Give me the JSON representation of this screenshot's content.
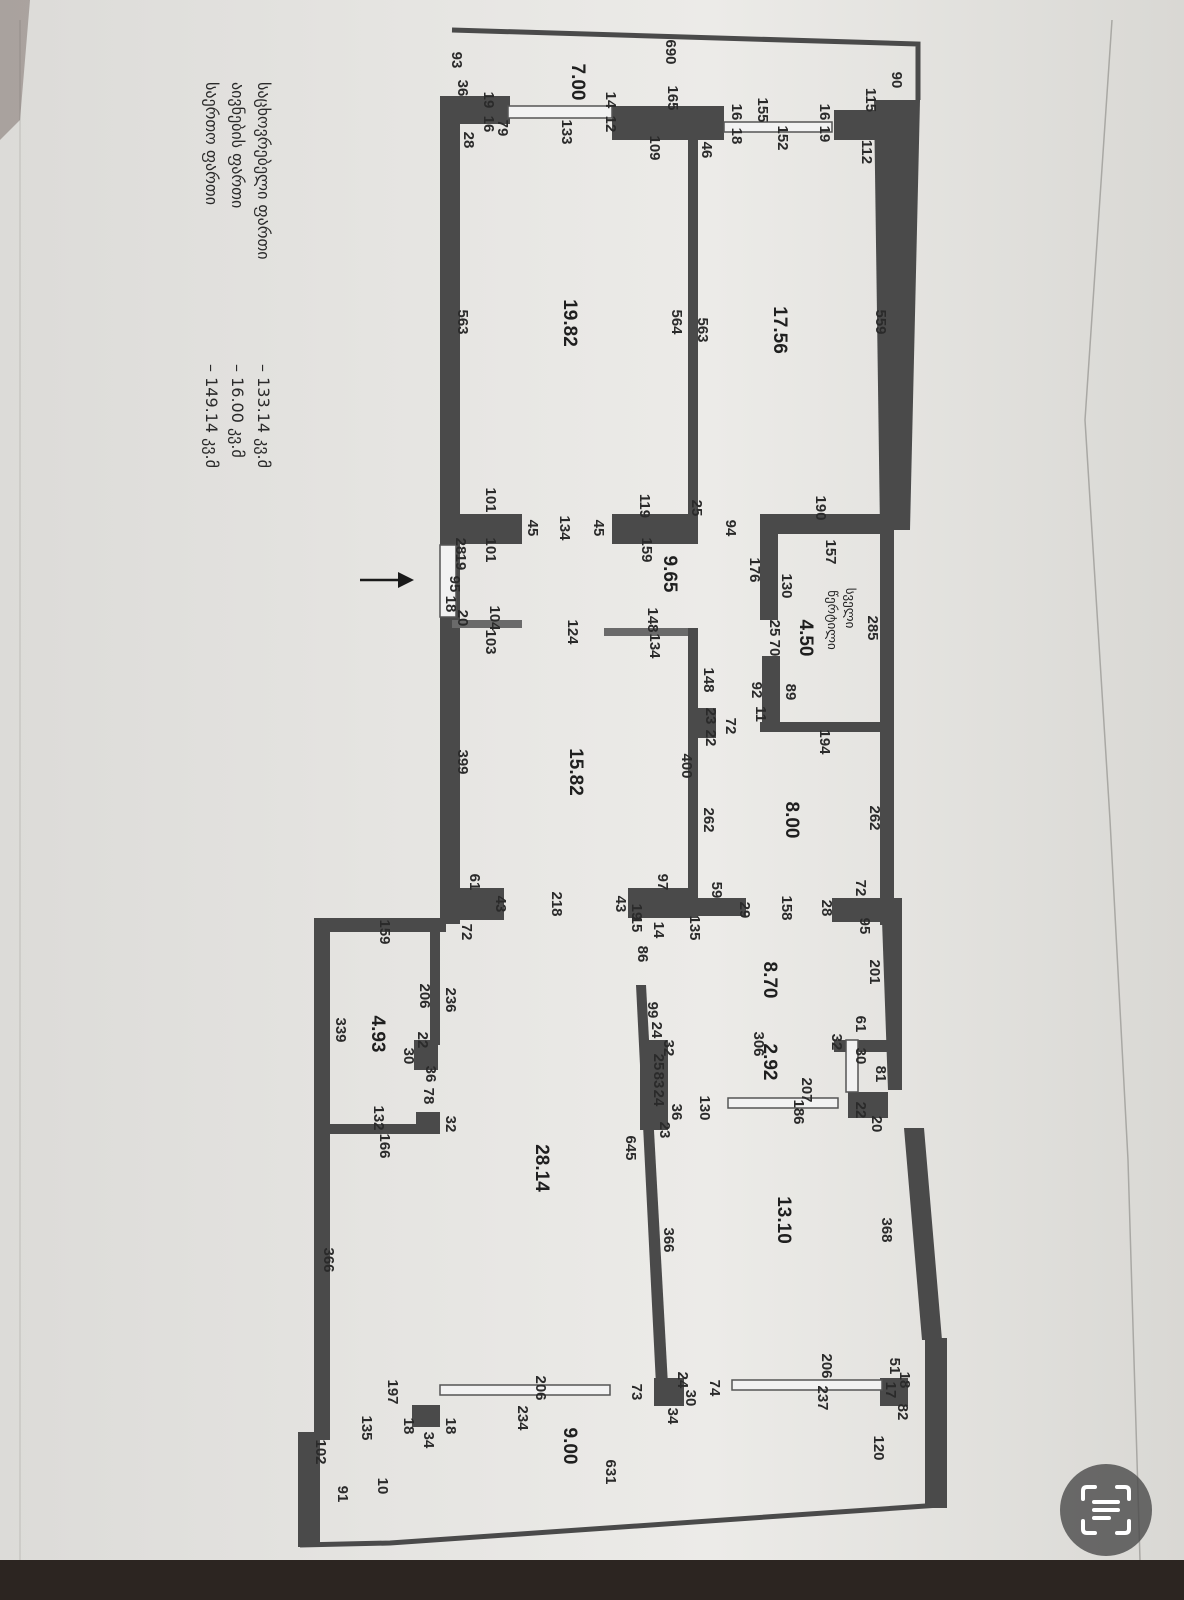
{
  "summary": {
    "line1_label": "საცხოვრებელი ფართი",
    "line1_value": "– 133.14 კვ.მ",
    "line2_label": "აივნების ფართი",
    "line2_value": "– 16.00 კვ.მ",
    "line3_label": "საერთო ფართი",
    "line3_value": "– 149.14 კვ.მ"
  },
  "rooms": {
    "r1": "7.00",
    "r2": "19.82",
    "r3": "17.56",
    "r4": "9.65",
    "r5": "4.50",
    "r6": "15.82",
    "r7": "8.00",
    "r8": "8.70",
    "r9": "4.93",
    "r10": "2.92",
    "r11": "28.14",
    "r12": "13.10",
    "r13": "9.00"
  },
  "room_label": {
    "l1": "სველი",
    "l2": "წერტილი"
  },
  "dims": {
    "d690": "690",
    "d93": "93",
    "d36": "36",
    "d90": "90",
    "d115": "115",
    "d112": "112",
    "d165": "165",
    "d109": "109",
    "d46": "46",
    "d155": "155",
    "d152": "152",
    "d133": "133",
    "d28a": "28",
    "d79": "79",
    "d559": "559",
    "d563a": "563",
    "d563b": "563",
    "d564": "564",
    "d101a": "101",
    "d101b": "101",
    "d119": "119",
    "d25a": "25",
    "d190": "190",
    "d94": "94",
    "d45a": "45",
    "d134a": "134",
    "d45b": "45",
    "d159a": "159",
    "d157": "157",
    "d176": "176",
    "d130a": "130",
    "d285": "285",
    "d104": "104",
    "d103": "103",
    "d124": "124",
    "d148a": "148",
    "d134b": "134",
    "d25b": "25",
    "d70": "70",
    "d92": "92",
    "d89": "89",
    "d11": "11",
    "d148b": "148",
    "d23a": "23",
    "d22a": "22",
    "d72a": "72",
    "d194": "194",
    "d399": "399",
    "d400": "400",
    "d262a": "262",
    "d262b": "262",
    "d61a": "61",
    "d43a": "43",
    "d218": "218",
    "d97": "97",
    "d59": "59",
    "d43b": "43",
    "d29": "29",
    "d158": "158",
    "d28b": "28",
    "d72b": "72",
    "d95a": "95",
    "d159b": "159",
    "d72c": "72",
    "d135a": "135",
    "d86": "86",
    "d201": "201",
    "d236": "236",
    "d206a": "206",
    "d22b": "22",
    "d30a": "30",
    "d99": "99",
    "d24a": "24",
    "d32a": "32",
    "d61b": "61",
    "d32b": "32",
    "d30b": "30",
    "d81": "81",
    "d306": "306",
    "d339": "339",
    "d36b": "36",
    "d78": "78",
    "d83": "83",
    "d25c": "25",
    "d24b": "24",
    "d36c": "36",
    "d23b": "23",
    "d207": "207",
    "d186": "186",
    "d22c": "22",
    "d20": "20",
    "d130b": "130",
    "d132": "132",
    "d166": "166",
    "d32c": "32",
    "d645": "645",
    "d368": "368",
    "d366a": "366",
    "d366b": "366",
    "d206b": "206",
    "d51": "51",
    "d237": "237",
    "d17": "17",
    "d18a": "18",
    "d82": "82",
    "d197": "197",
    "d206c": "206",
    "d73": "73",
    "d24c": "24",
    "d30c": "30",
    "d74": "74",
    "d34a": "34",
    "d135b": "135",
    "d18b": "18",
    "d18c": "18",
    "d34b": "34",
    "d234": "234",
    "d120": "120",
    "d631": "631",
    "d102": "102",
    "d91": "91",
    "d10": "10",
    "d16a": "16",
    "d19a": "19",
    "d16b": "16",
    "d18d": "18",
    "d19b": "19",
    "d16c": "16",
    "d14": "14",
    "d12": "12",
    "d28c": "28",
    "d19c": "19",
    "d95b": "95",
    "d18e": "18",
    "d20b": "20",
    "d14b": "14",
    "d19d": "19",
    "d15": "15"
  }
}
